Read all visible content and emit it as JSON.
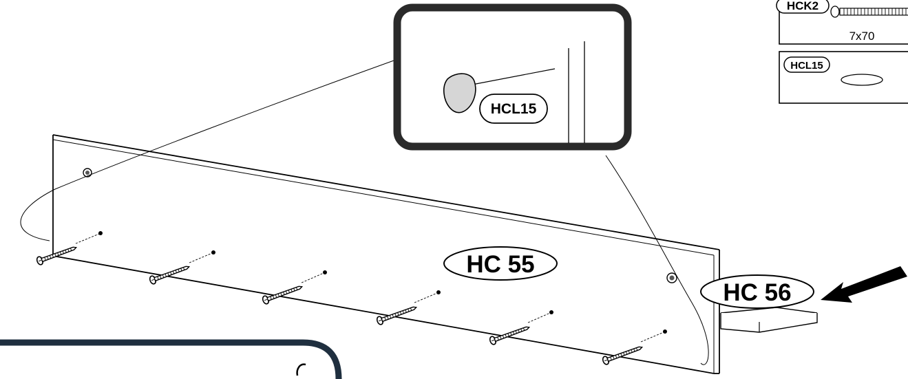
{
  "labels": {
    "detail_part": "HCL15",
    "main_panel": "HC 55",
    "side_panel": "HC 56"
  },
  "legend": {
    "screw": {
      "code": "HCK2",
      "size": "7x70"
    },
    "cap": {
      "code": "HCL15"
    }
  },
  "counts": {
    "screws": 6
  }
}
